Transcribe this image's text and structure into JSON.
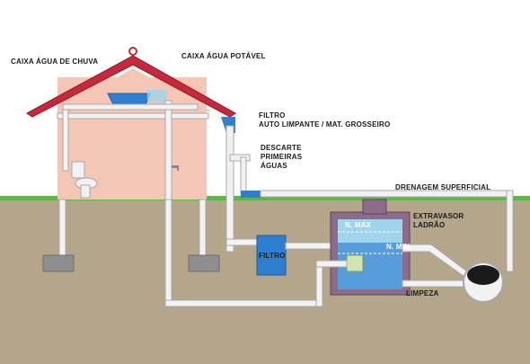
{
  "labels": {
    "caixa_chuva": "CAIXA ÁGUA DE CHUVA",
    "caixa_potavel": "CAIXA ÁGUA POTÁVEL",
    "filtro_top": "FILTRO",
    "filtro_top_sub": "AUTO LIMPANTE / MAT. GROSSEIRO",
    "descarte_1": "DESCARTE",
    "descarte_2": "PRIMEIRAS",
    "descarte_3": "ÁGUAS",
    "drenagem": "DRENAGEM SUPERFICIAL",
    "extravasor_1": "EXTRAVASOR",
    "extravasor_2": "LADRÃO",
    "n_max": "N. MAX",
    "n_min": "N. MIN",
    "filtro_bottom": "FILTRO",
    "limpeza": "LIMPEZA"
  },
  "colors": {
    "roof": "#c8283c",
    "wall": "#f4c6b6",
    "soil": "#b4a68a",
    "grass": "#5fb54a",
    "pipe": "#f2f2f2",
    "pipe_outline": "#a8a8a8",
    "water": "#2f7fd0",
    "water_light": "#9fd4ea",
    "cistern_wall": "#8c6c8a"
  },
  "icons": [
    "toilet-icon",
    "faucet-icon",
    "drain-icon"
  ]
}
